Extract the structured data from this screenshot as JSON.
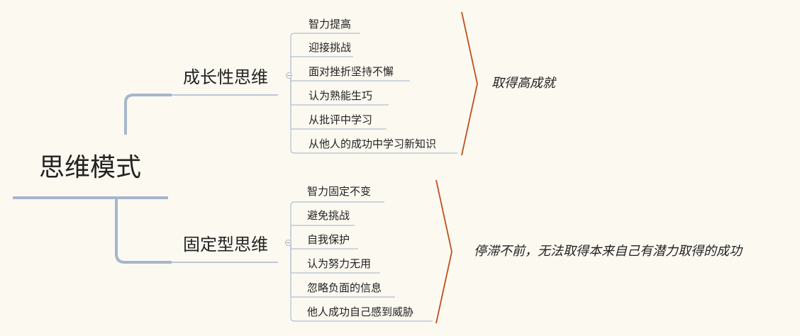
{
  "root": {
    "label": "思维模式"
  },
  "branches": [
    {
      "label": "成长性思维",
      "leaves": [
        "智力提高",
        "迎接挑战",
        "面对挫折坚持不懈",
        "认为熟能生巧",
        "从批评中学习",
        "从他人的成功中学习新知识"
      ],
      "outcome": "取得高成就"
    },
    {
      "label": "固定型思维",
      "leaves": [
        "智力固定不变",
        "避免挑战",
        "自我保护",
        "认为努力无用",
        "忽略负面的信息",
        "他人成功自己感到威胁"
      ],
      "outcome": "停滞不前，无法取得本来自己有潜力取得的成功"
    }
  ],
  "colors": {
    "connector": "#a6b6cb",
    "leaf_line": "#b3c0d0",
    "bracket": "#c0501e",
    "background": "#fcf9f1"
  }
}
